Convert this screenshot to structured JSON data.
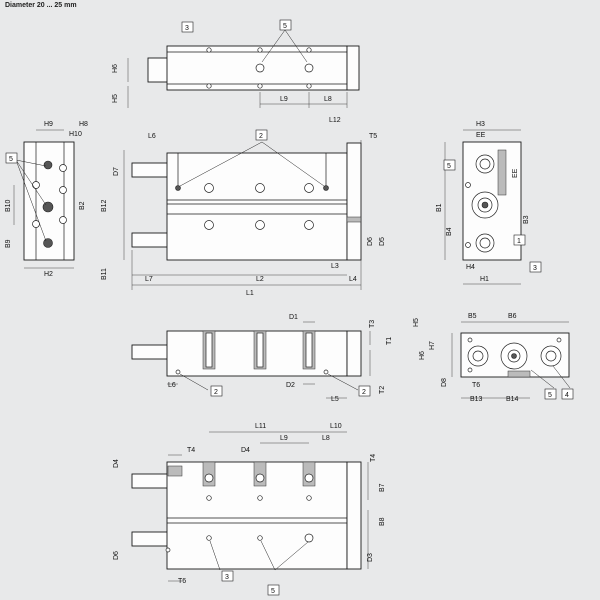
{
  "header": {
    "title": "Diameter 20 ... 25 mm"
  },
  "callouts": {
    "c1": "1",
    "c2": "2",
    "c3": "3",
    "c4": "4",
    "c5": "5"
  },
  "dims": {
    "L1": "L1",
    "L2": "L2",
    "L3": "L3",
    "L4": "L4",
    "L5": "L5",
    "L6": "L6",
    "L7": "L7",
    "L8": "L8",
    "L9": "L9",
    "L10": "L10",
    "L11": "L11",
    "L12": "L12",
    "H1": "H1",
    "H2": "H2",
    "H3": "H3",
    "H4": "H4",
    "H5": "H5",
    "H6": "H6",
    "H7": "H7",
    "H8": "H8",
    "H9": "H9",
    "H10": "H10",
    "B1": "B1",
    "B2": "B2",
    "B3": "B3",
    "B4": "B4",
    "B5": "B5",
    "B6": "B6",
    "B7": "B7",
    "B8": "B8",
    "B9": "B9",
    "B10": "B10",
    "B11": "B11",
    "B12": "B12",
    "B13": "B13",
    "B14": "B14",
    "D1": "D1",
    "D2": "D2",
    "D3": "D3",
    "D4": "D4",
    "D5": "D5",
    "D6": "D6",
    "D7": "D7",
    "D8": "D8",
    "T1": "T1",
    "T2": "T2",
    "T3": "T3",
    "T4": "T4",
    "T5": "T5",
    "T6": "T6",
    "EE": "EE"
  }
}
